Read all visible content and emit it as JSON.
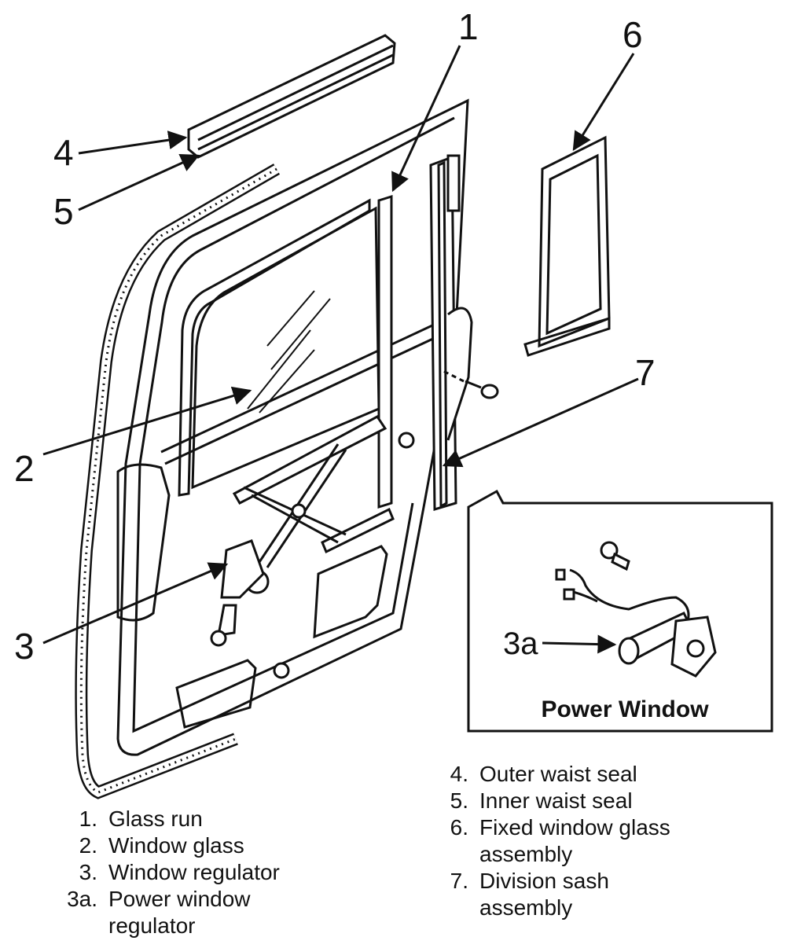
{
  "callouts": {
    "c1": "1",
    "c2": "2",
    "c3": "3",
    "c3a": "3a",
    "c4": "4",
    "c5": "5",
    "c6": "6",
    "c7": "7"
  },
  "inset": {
    "caption": "Power Window"
  },
  "legend_left": [
    {
      "num": "1.",
      "text": "Glass run"
    },
    {
      "num": "2.",
      "text": "Window glass"
    },
    {
      "num": "3.",
      "text": "Window regulator"
    },
    {
      "num": "3a.",
      "text": "Power window regulator"
    }
  ],
  "legend_right": [
    {
      "num": "4.",
      "text": "Outer waist seal"
    },
    {
      "num": "5.",
      "text": "Inner waist seal"
    },
    {
      "num": "6.",
      "text": "Fixed window glass assembly"
    },
    {
      "num": "7.",
      "text": "Division sash assembly"
    }
  ]
}
